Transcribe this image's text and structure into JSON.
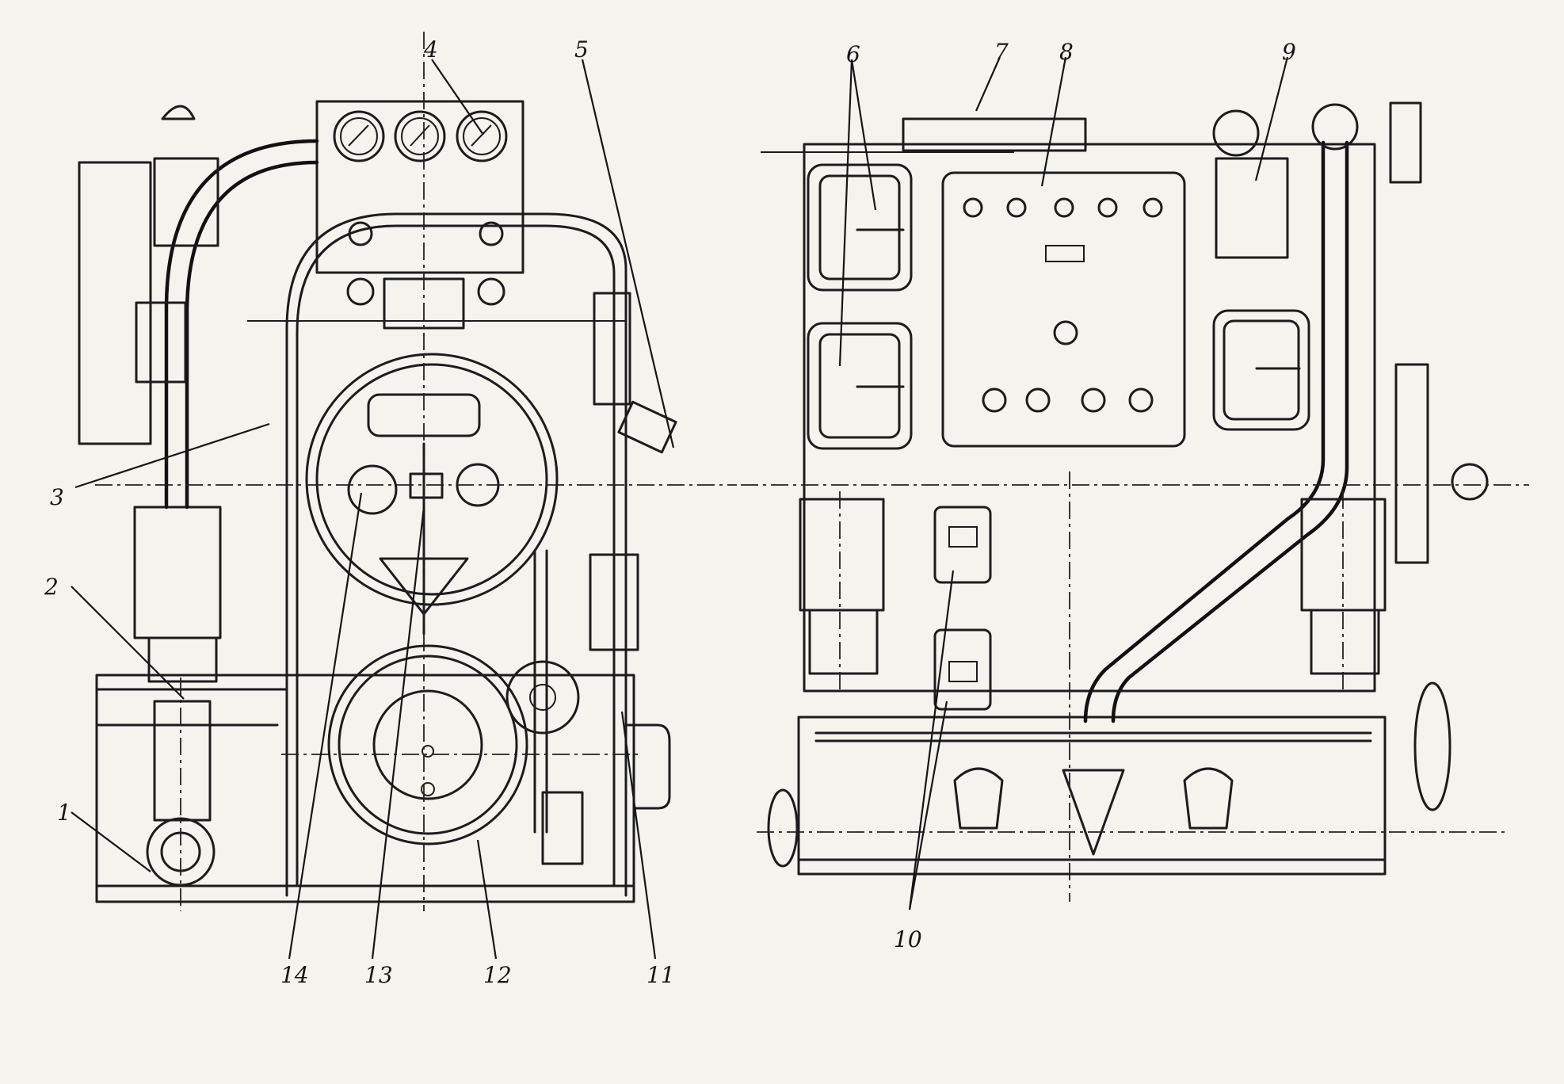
{
  "callouts": [
    {
      "id": "1",
      "text": "1"
    },
    {
      "id": "2",
      "text": "2"
    },
    {
      "id": "3",
      "text": "3"
    },
    {
      "id": "4",
      "text": "4"
    },
    {
      "id": "5",
      "text": "5"
    },
    {
      "id": "6",
      "text": "6"
    },
    {
      "id": "7",
      "text": "7"
    },
    {
      "id": "8",
      "text": "8"
    },
    {
      "id": "9",
      "text": "9"
    },
    {
      "id": "10",
      "text": "10"
    },
    {
      "id": "11",
      "text": "11"
    },
    {
      "id": "12",
      "text": "12"
    },
    {
      "id": "13",
      "text": "13"
    },
    {
      "id": "14",
      "text": "14"
    }
  ],
  "colors": {
    "paper": "#f4f3ee",
    "ink": "#1c1c1c"
  }
}
